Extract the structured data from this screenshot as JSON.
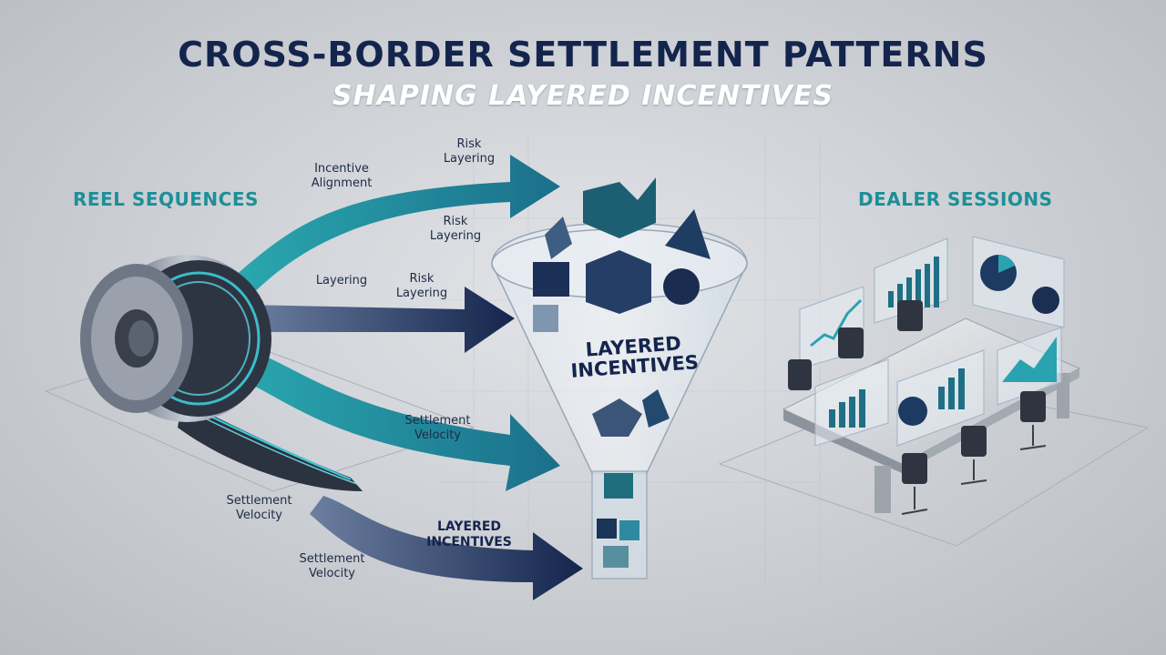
{
  "header": {
    "title": "CROSS-BORDER SETTLEMENT PATTERNS",
    "subtitle": "SHAPING LAYERED INCENTIVES"
  },
  "sections": {
    "left": "REEL SEQUENCES",
    "right": "DEALER SESSIONS"
  },
  "flow_labels": {
    "incentive_alignment": "Incentive\nAlignment",
    "risk_layering_top": "Risk\nLayering",
    "risk_layering_mid": "Risk\nLayering",
    "layering": "Layering",
    "risk_layering_low": "Risk\nLayering",
    "settlement_velocity_mid": "Settlement\nVelocity",
    "settlement_velocity_reel": "Settlement\nVelocity",
    "settlement_velocity_bottom": "Settlement\nVelocity",
    "layered_incentives_arrow": "LAYERED\nINCENTIVES"
  },
  "funnel": {
    "label": "LAYERED\nINCENTIVES"
  },
  "colors": {
    "navy": "#14254d",
    "teal": "#1d8f98",
    "background": "#c9ccd1"
  }
}
